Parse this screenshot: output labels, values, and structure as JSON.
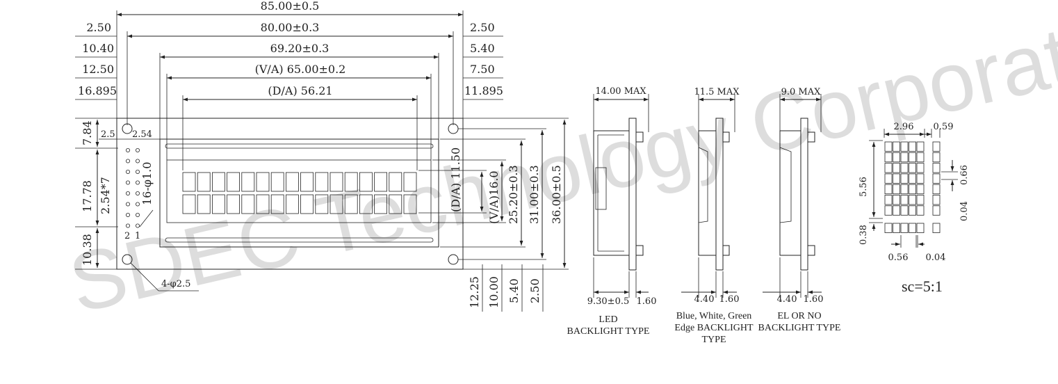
{
  "colors": {
    "line": "#222222",
    "watermark": "#000000",
    "background": "#ffffff"
  },
  "watermark": "SDEC Technology Corporation",
  "top_dims": {
    "outer_width": "85.00±0.5",
    "pcb_hole_width": "80.00±0.3",
    "bezel_width": "69.20±0.3",
    "view_area": "(V/A) 65.00±0.2",
    "dot_area": "(D/A) 56.21"
  },
  "left_dims": {
    "d1": "2.50",
    "d2": "10.40",
    "d3": "12.50",
    "d4": "16.895"
  },
  "right_dims": {
    "d1": "2.50",
    "d2": "5.40",
    "d3": "7.50",
    "d4": "11.895"
  },
  "front_left": {
    "v_top": "7.84",
    "pitch_total": "17.78",
    "pitch": "2.54*7",
    "v_bottom": "10.38",
    "pin_offset": "2.5",
    "pin_pitch": "2.54",
    "pin_holes": "16-φ1.0",
    "pin_label_2": "2",
    "pin_label_1": "1",
    "mount_holes": "4-φ2.5"
  },
  "front_right": {
    "da_h": "(D/A) 11.50",
    "va_h": "(V/A)16.0",
    "bezel_h": "25.20±0.3",
    "pcb_hole_h": "31.00±0.3",
    "outer_h": "36.00±0.5"
  },
  "bottom_dims": {
    "d1": "12.25",
    "d2": "10.00",
    "d3": "5.40",
    "d4": "2.50"
  },
  "side_led": {
    "top": "14.00 MAX",
    "depth": "9.30±0.5",
    "pcb": "1.60",
    "caption_l1": "LED",
    "caption_l2": "BACKLIGHT TYPE"
  },
  "side_edge": {
    "top": "11.5 MAX",
    "depth": "4.40",
    "pcb": "1.60",
    "caption_l1": "Blue, White, Green",
    "caption_l2": "Edge BACKLIGHT",
    "caption_l3": "TYPE"
  },
  "side_el": {
    "top": "9.0 MAX",
    "depth": "4.40",
    "pcb": "1.60",
    "caption_l1": "EL OR NO",
    "caption_l2": "BACKLIGHT TYPE"
  },
  "char_detail": {
    "width": "2.96",
    "gap": "0.59",
    "height": "5.56",
    "dot_h": "0.66",
    "dot_gap_v": "0.04",
    "cursor_gap": "0.38",
    "dot_w": "0.56",
    "dot_gap_h": "0.04",
    "scale": "sc=5:1"
  }
}
